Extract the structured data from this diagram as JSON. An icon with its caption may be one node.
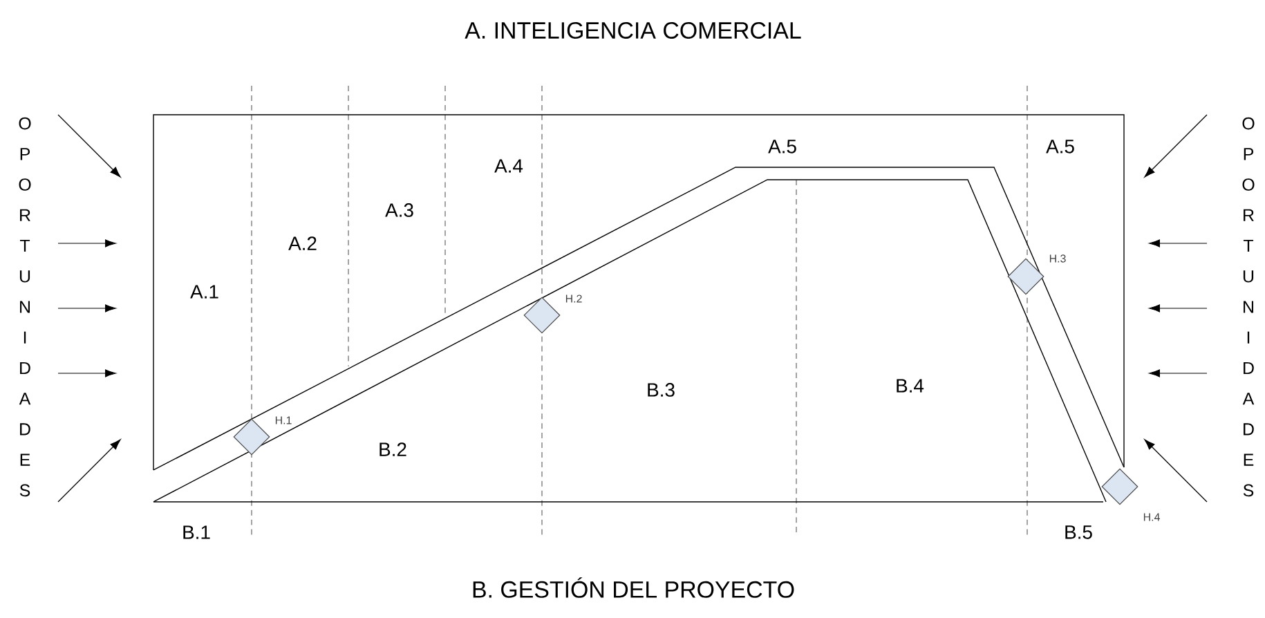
{
  "diagram": {
    "title": "A. INTELIGENCIA COMERCIAL",
    "caption": "B. GESTIÓN DEL PROYECTO",
    "nodes": [
      {
        "text": [
          "H.1"
        ]
      },
      {
        "text": [
          "H.2"
        ]
      },
      {
        "text": [
          "H.3"
        ]
      },
      {
        "text": [
          "H.4"
        ]
      }
    ],
    "labels": [
      "OPORTUNIDADES",
      "A.1",
      "A.2",
      "A.3",
      "A.4",
      "A.5",
      "A.5",
      "B.1",
      "B.2",
      "B.3",
      "B.4",
      "B.5",
      "OPORTUNIDADES"
    ]
  }
}
